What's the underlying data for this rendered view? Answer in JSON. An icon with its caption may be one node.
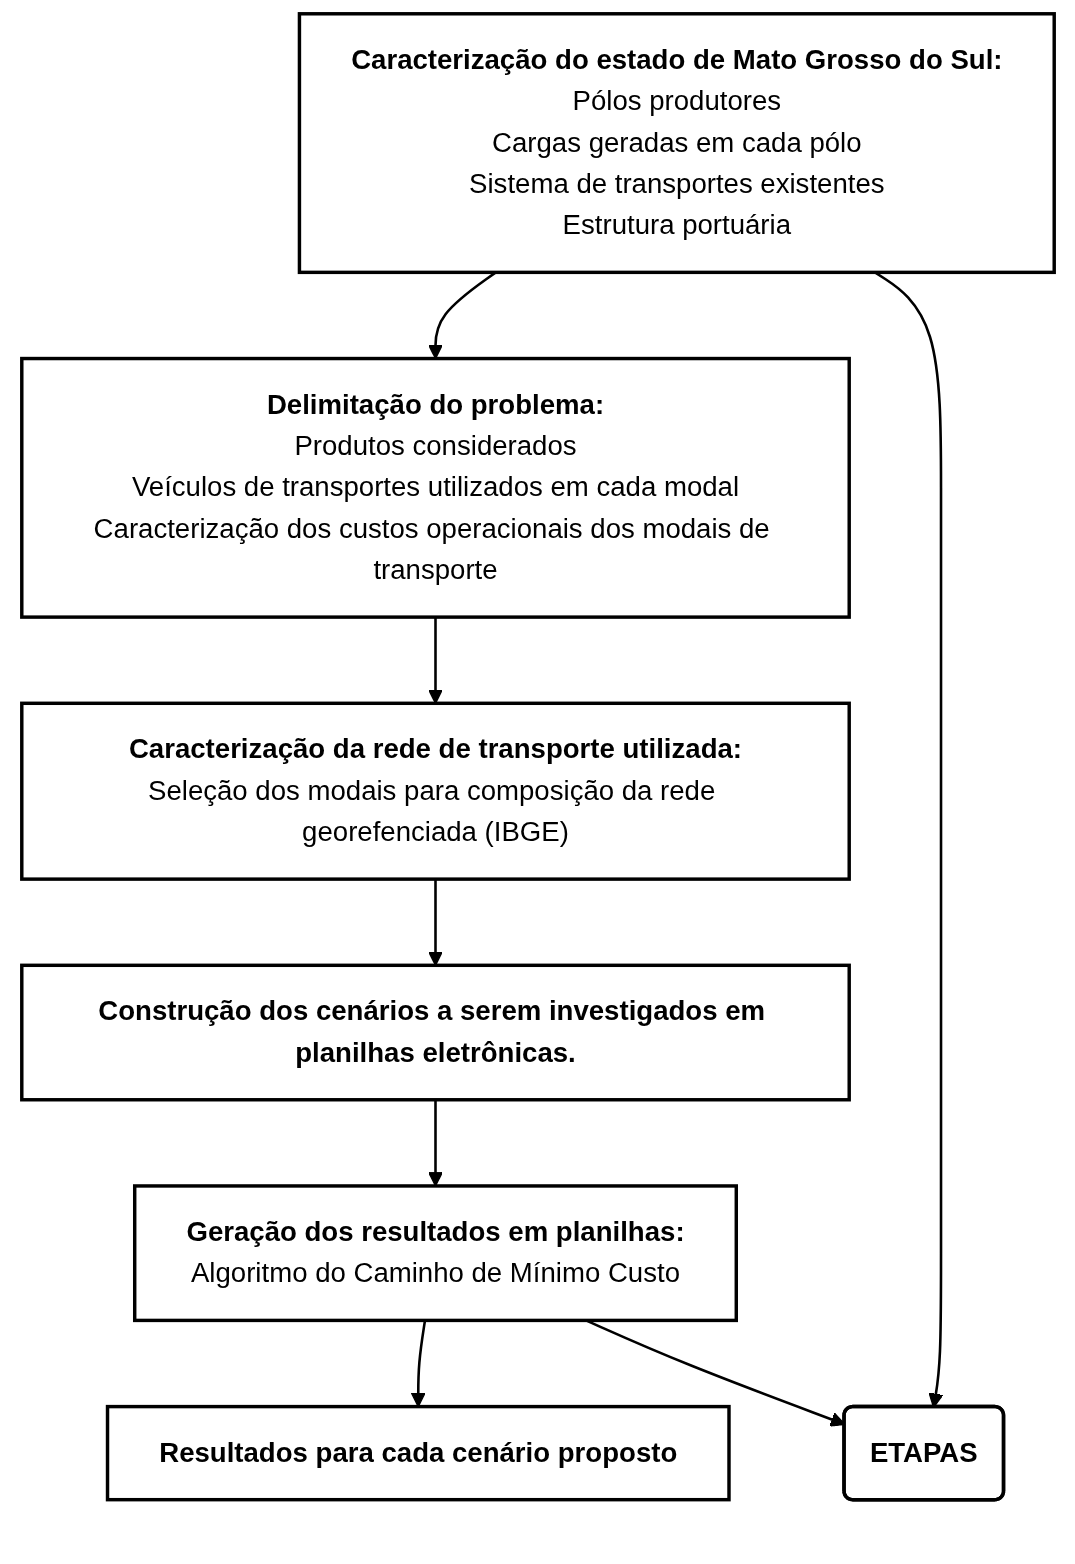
{
  "diagram": {
    "nodes": [
      {
        "text": [
          "Caracterização do estado de Mato Grosso do Sul:",
          "Pólos produtores",
          "Cargas geradas em cada pólo",
          "Sistema de transportes existentes",
          "Estrutura portuária"
        ]
      },
      {
        "text": [
          "Delimitação do problema:",
          "Produtos considerados",
          "Veículos de transportes utilizados em cada modal",
          "Caracterização dos custos operacionais dos modais de transporte"
        ]
      },
      {
        "text": [
          "Caracterização da rede de transporte utilizada:",
          "Seleção dos modais para composição da rede georefenciada (IBGE)"
        ]
      },
      {
        "text": [
          "Construção dos cenários a serem investigados em planilhas eletrônicas."
        ]
      },
      {
        "text": [
          "Geração dos resultados em planilhas:",
          "Algoritmo do Caminho de Mínimo Custo"
        ]
      },
      {
        "text": [
          "Resultados para cada cenário proposto"
        ]
      },
      {
        "text": [
          "ETAPAS"
        ]
      }
    ],
    "edges": [
      {
        "from": 0,
        "to": 1,
        "arrow": "to"
      },
      {
        "from": 1,
        "to": 2,
        "arrow": "to"
      },
      {
        "from": 2,
        "to": 3,
        "arrow": "to"
      },
      {
        "from": 3,
        "to": 4,
        "arrow": "to"
      },
      {
        "from": 4,
        "to": 5,
        "arrow": "to"
      },
      {
        "from": 0,
        "to": 6,
        "arrow": "to"
      },
      {
        "from": 4,
        "to": 6,
        "arrow": "to"
      }
    ]
  }
}
